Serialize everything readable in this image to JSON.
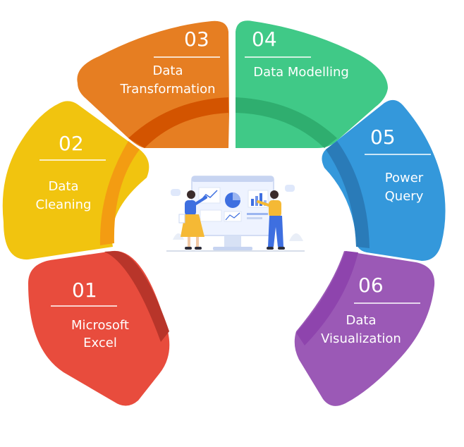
{
  "diagram": {
    "segments": [
      {
        "number": "01",
        "lines": [
          "Microsoft",
          "Excel"
        ],
        "color": "#e84c3d",
        "shade": "#b8352a"
      },
      {
        "number": "02",
        "lines": [
          "Data",
          "Cleaning"
        ],
        "color": "#f1c40f",
        "shade": "#f39c12"
      },
      {
        "number": "03",
        "lines": [
          "Data",
          "Transformation"
        ],
        "color": "#e67e22",
        "shade": "#d35400"
      },
      {
        "number": "04",
        "lines": [
          "Data Modelling"
        ],
        "color": "#40c987",
        "shade": "#2fae6f"
      },
      {
        "number": "05",
        "lines": [
          "Power",
          "Query"
        ],
        "color": "#3498db",
        "shade": "#2a7bb8"
      },
      {
        "number": "06",
        "lines": [
          "Data",
          "Visualization"
        ],
        "color": "#9b59b6",
        "shade": "#8e44ad"
      }
    ],
    "center_illustration": "people-analyzing-dashboard-illustration"
  }
}
